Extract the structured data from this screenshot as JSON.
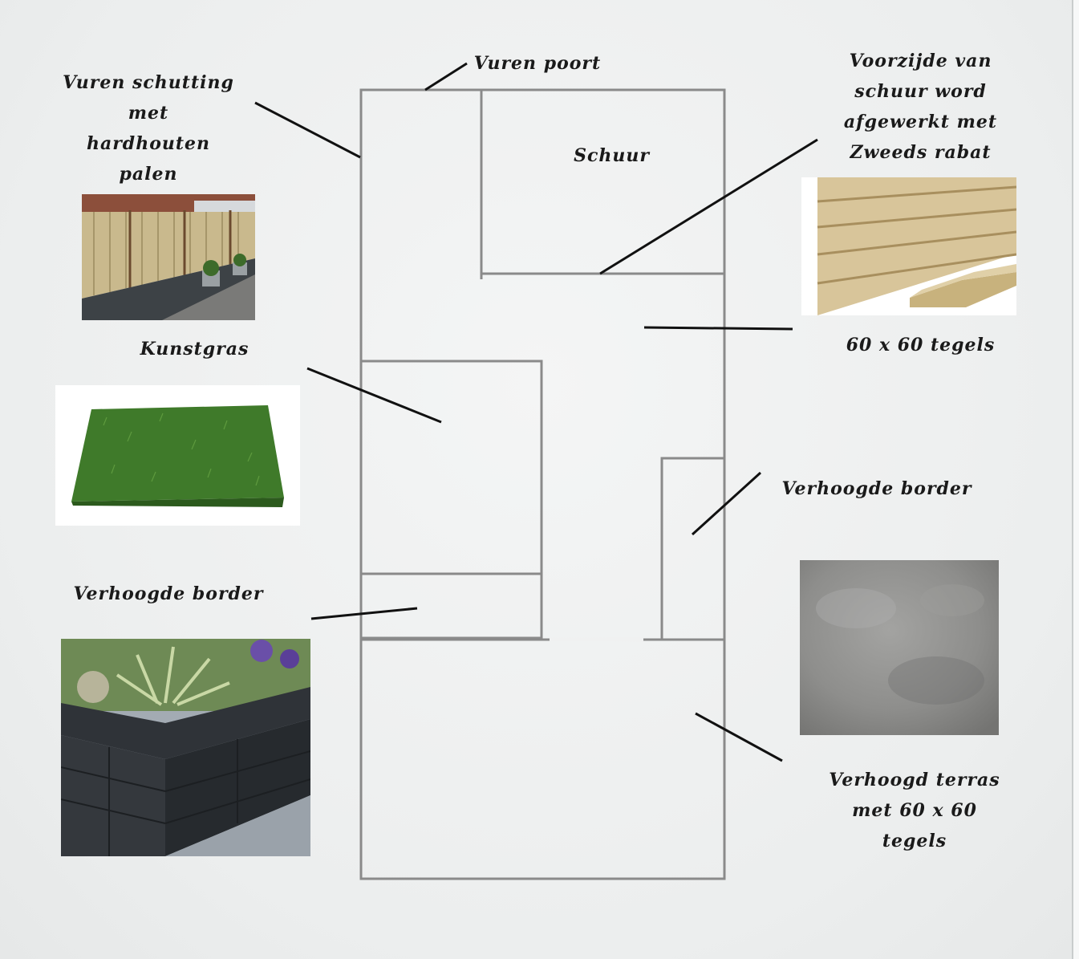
{
  "labels": {
    "vuren_schutting": "Vuren schutting\nmet\nhardhouten\npalen",
    "vuren_poort": "Vuren poort",
    "voorzijde_schuur": "Voorzijde van\nschuur word\nafgewerkt met\nZweeds rabat",
    "schuur": "Schuur",
    "kunstgras": "Kunstgras",
    "tegels": "60 x 60 tegels",
    "verhoogde_border_right": "Verhoogde border",
    "verhoogde_border_left": "Verhoogde border",
    "verhoogd_terras": "Verhoogd terras\nmet 60 x 60\ntegels"
  },
  "colors": {
    "plan_line": "#8a8a8a",
    "leader_line": "#111111",
    "grass": "#3f7a2a",
    "wood": "#d8c59a",
    "stone": "#8e8e8c",
    "border_stone": "#34383d"
  },
  "photos": {
    "fence": "fence-photo",
    "rabat": "wood-siding-photo",
    "grass": "artificial-grass-photo",
    "tile": "grey-tile-photo",
    "border": "raised-border-photo"
  }
}
